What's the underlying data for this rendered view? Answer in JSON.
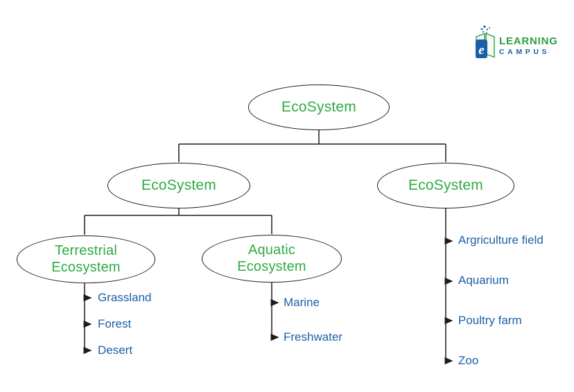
{
  "logo": {
    "brand_top": "LEARNING",
    "brand_bottom": "CAMPUS",
    "icon_letter": "e"
  },
  "colors": {
    "node_text_green": "#2faa43",
    "leaf_text_blue": "#1b5fa8",
    "line_black": "#1c1c1c",
    "logo_green": "#2e9e46",
    "logo_blue": "#1b5fa8"
  },
  "tree": {
    "root": {
      "label": "EcoSystem"
    },
    "branches": [
      {
        "label": "EcoSystem",
        "children": [
          {
            "label": "Terrestrial Ecosystem",
            "items": [
              "Grassland",
              "Forest",
              "Desert"
            ]
          },
          {
            "label": "Aquatic Ecosystem",
            "items": [
              "Marine",
              "Freshwater"
            ]
          }
        ]
      },
      {
        "label": "EcoSystem",
        "items": [
          "Argriculture field",
          "Aquarium",
          "Poultry farm",
          "Zoo"
        ]
      }
    ]
  }
}
